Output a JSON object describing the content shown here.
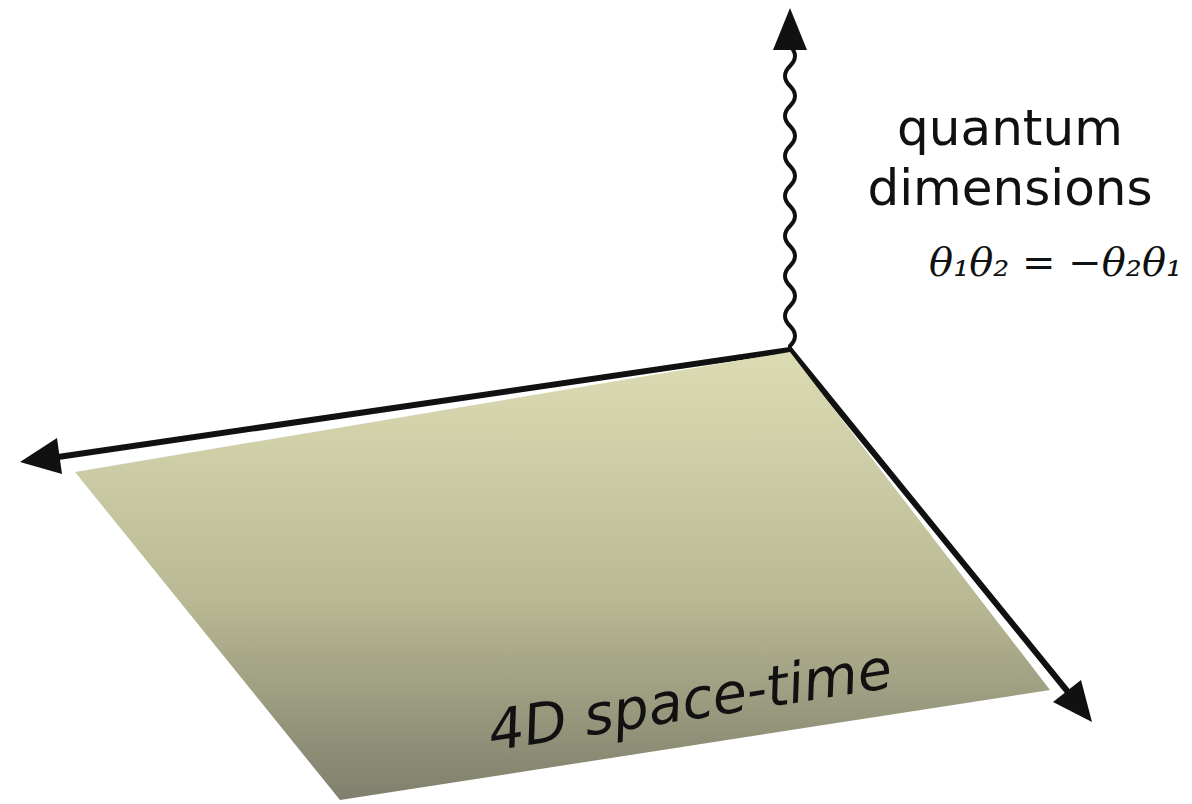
{
  "diagram": {
    "nodes": [
      {
        "text": [
          "4D space-time"
        ]
      }
    ],
    "labels": [
      "quantum dimensions",
      "θ₁θ₂ = −θ₂θ₁"
    ]
  }
}
